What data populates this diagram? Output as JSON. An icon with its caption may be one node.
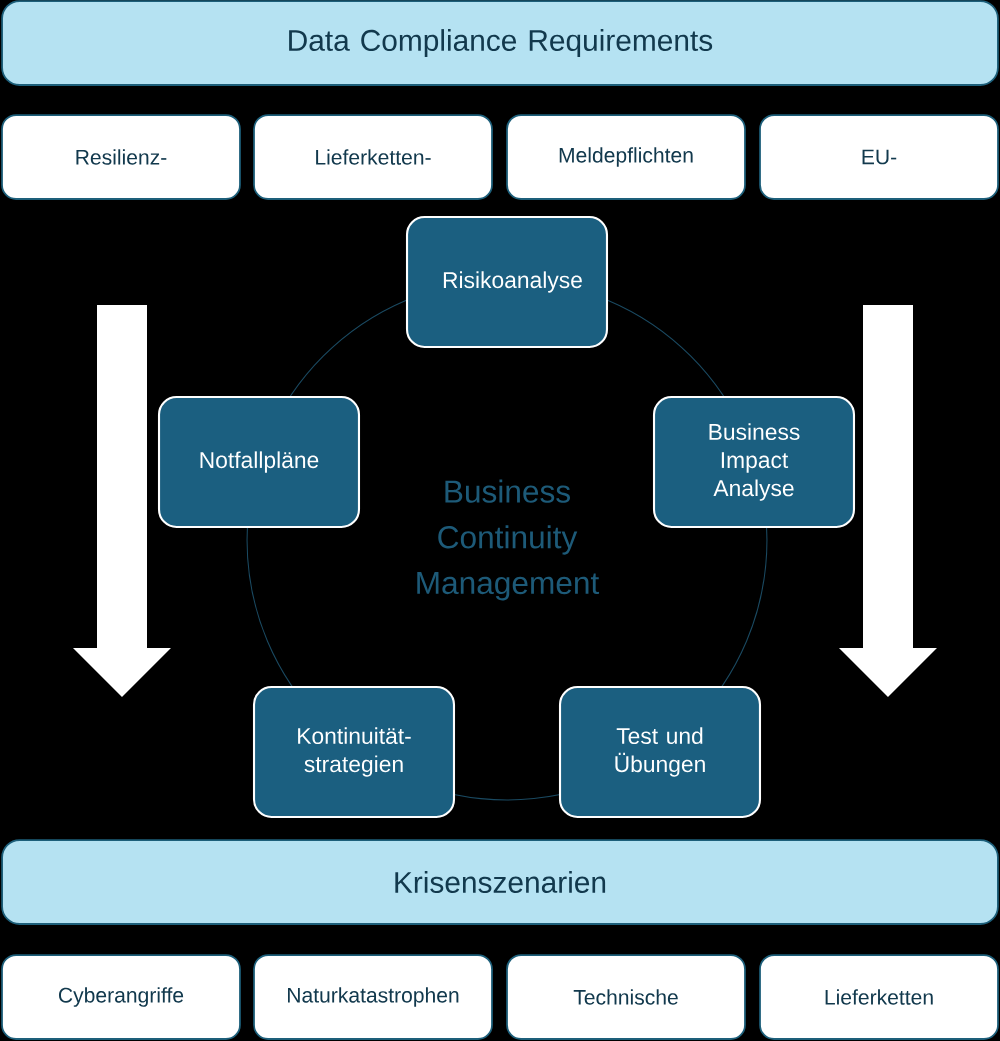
{
  "diagram": {
    "nodes": [
      {
        "text": [
          "Data Compliance Requirements"
        ]
      },
      {
        "text": [
          "Resilienz-"
        ]
      },
      {
        "text": [
          "Lieferketten-"
        ]
      },
      {
        "text": [
          "Meldepflichten"
        ]
      },
      {
        "text": [
          "EU-"
        ]
      },
      {
        "text": [
          "Risikoanalyse"
        ]
      },
      {
        "text": [
          "Notfallpläne"
        ]
      },
      {
        "text": [
          "Business Impact Analyse"
        ]
      },
      {
        "text": [
          "Kontinuität- strategien"
        ]
      },
      {
        "text": [
          "Test und Übungen"
        ]
      },
      {
        "text": [
          "Krisenszenarien"
        ]
      },
      {
        "text": [
          "Cyberangriffe"
        ]
      },
      {
        "text": [
          "Naturkatastrophen"
        ]
      },
      {
        "text": [
          "Technische"
        ]
      },
      {
        "text": [
          "Lieferketten"
        ]
      }
    ],
    "labels": [
      "Business Continuity Management"
    ]
  }
}
